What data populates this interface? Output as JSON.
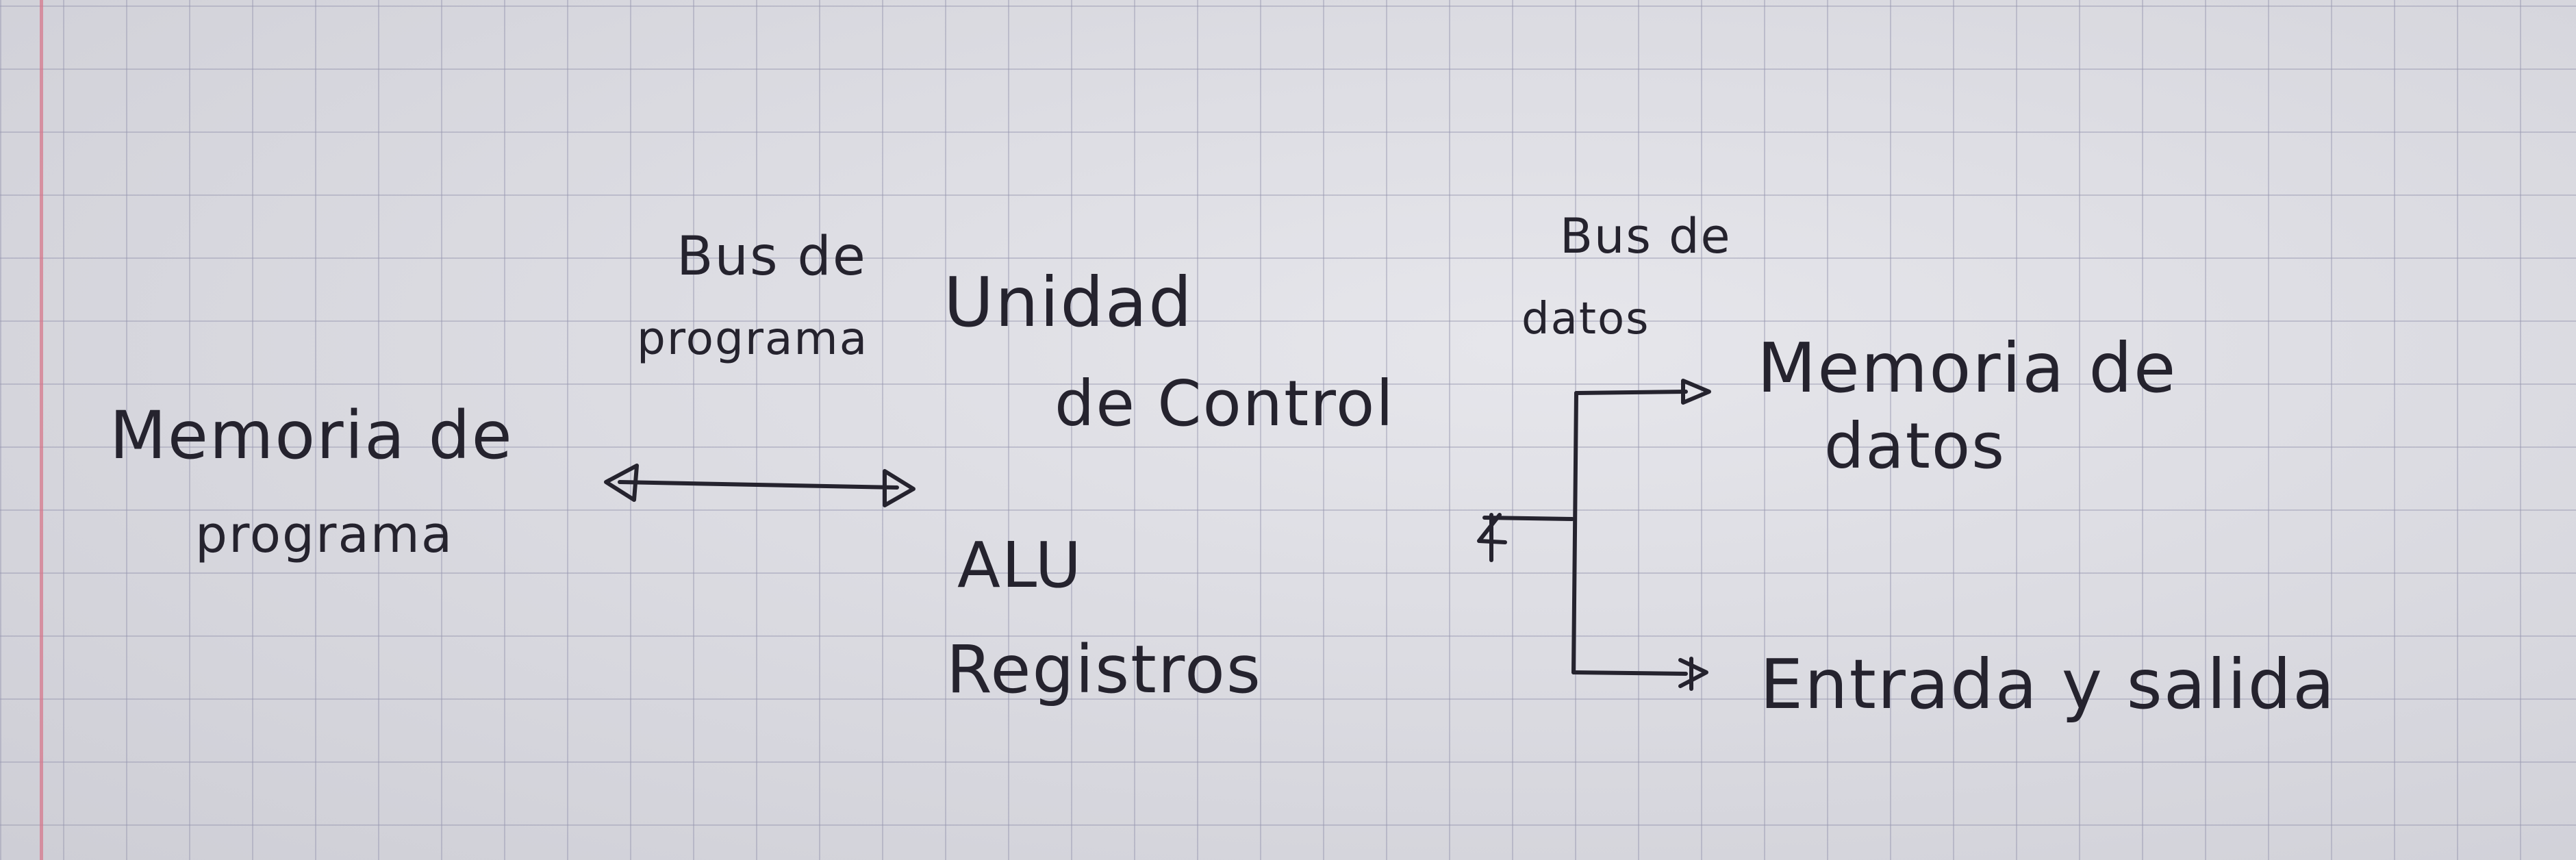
{
  "diagram": {
    "nodes": {
      "memoria_programa": {
        "line1": "Memoria de",
        "line2": "programa"
      },
      "bus_programa": {
        "line1": "Bus de",
        "line2": "programa"
      },
      "unidad_control": {
        "line1": "Unidad",
        "line2": "de Control"
      },
      "alu": {
        "label": "ALU"
      },
      "registros": {
        "label": "Registros"
      },
      "bus_datos": {
        "line1": "Bus de",
        "line2": "datos"
      },
      "memoria_datos": {
        "line1": "Memoria de",
        "line2": "datos"
      },
      "entrada_salida": {
        "label": "Entrada y salida"
      }
    },
    "edges": [
      {
        "from": "memoria_programa",
        "to": "unidad_control",
        "label": "Bus de programa",
        "direction": "bidirectional"
      },
      {
        "from": "cpu",
        "to": "memoria_datos",
        "label": "Bus de datos",
        "direction": "bidirectional"
      },
      {
        "from": "cpu",
        "to": "entrada_salida",
        "label": "Bus de datos",
        "direction": "bidirectional"
      }
    ]
  },
  "colors": {
    "ink": "#25232e",
    "paper": "#d9d9e1",
    "grid": "#9696af",
    "margin": "#d6788c"
  }
}
